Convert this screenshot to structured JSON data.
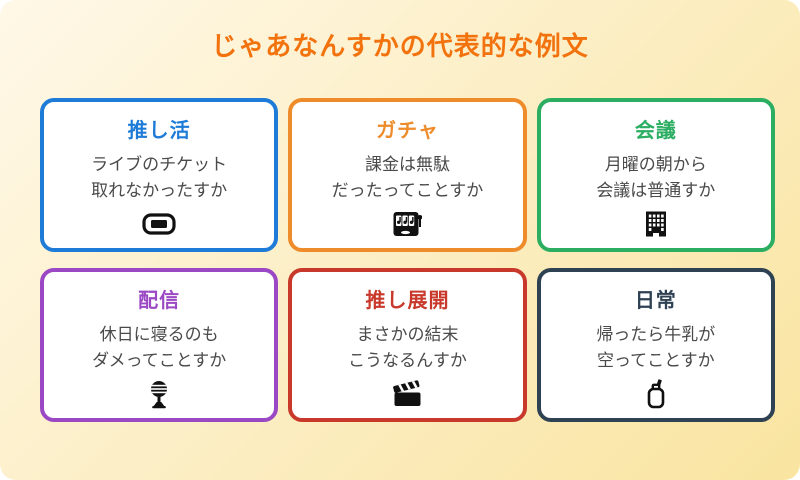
{
  "page": {
    "title": "じゃあなんすかの代表的な例文",
    "title_color": "#F2730E",
    "bg_top": "#FFF8E8",
    "bg_bottom": "#F9E4A0"
  },
  "cards": [
    {
      "id": "oshikatsu",
      "label": "推し活",
      "color": "#1E7BD7",
      "line1": "ライブのチケット",
      "line2": "取れなかったすか",
      "icon": "ticket-icon"
    },
    {
      "id": "gacha",
      "label": "ガチャ",
      "color": "#EE8C2B",
      "line1": "課金は無駄",
      "line2": "だったってことすか",
      "icon": "slot-machine-icon"
    },
    {
      "id": "kaigi",
      "label": "会議",
      "color": "#2BAD62",
      "line1": "月曜の朝から",
      "line2": "会議は普通すか",
      "icon": "office-building-icon"
    },
    {
      "id": "haishin",
      "label": "配信",
      "color": "#9B48C4",
      "line1": "休日に寝るのも",
      "line2": "ダメってことすか",
      "icon": "microphone-icon"
    },
    {
      "id": "oshi-tenkai",
      "label": "推し展開",
      "color": "#C8392B",
      "line1": "まさかの結末",
      "line2": "こうなるんすか",
      "icon": "clapperboard-icon"
    },
    {
      "id": "nichijou",
      "label": "日常",
      "color": "#2F4254",
      "line1": "帰ったら牛乳が",
      "line2": "空ってことすか",
      "icon": "milk-bottle-icon"
    }
  ]
}
